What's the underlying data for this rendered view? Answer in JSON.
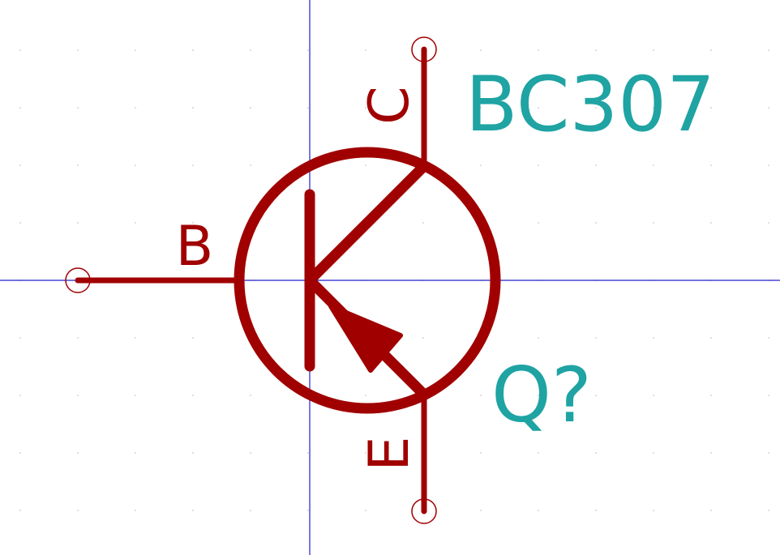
{
  "component": {
    "value": "BC307",
    "reference": "Q?"
  },
  "pins": {
    "base": "B",
    "collector": "C",
    "emitter": "E"
  },
  "colors": {
    "symbol": "#a00000",
    "field_text": "#1fa3a3",
    "crosshair": "#2222cc",
    "grid_dot": "#c8c8c8",
    "background": "#ffffff"
  }
}
